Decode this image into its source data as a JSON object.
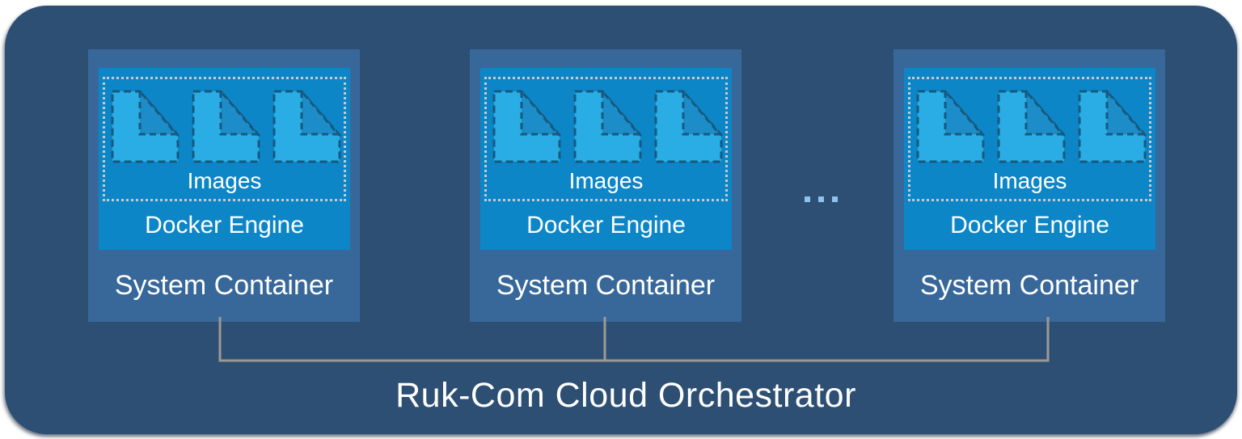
{
  "colors": {
    "canvas_bg": "#ffffff",
    "panel": "#2d4f73",
    "container_box": "#38689a",
    "engine_box": "#0d86c8",
    "icon_fill": "#2aade4",
    "icon_fold": "#1d8dc9",
    "icon_stroke": "#16597f",
    "dotted_border": "#c9c9c9",
    "connector": "#9c9a94",
    "ellipsis": "#8cc2ee",
    "text": "#ffffff"
  },
  "containers": [
    {
      "label": "System Container",
      "engine_label": "Docker Engine",
      "images_label": "Images",
      "image_count": 3
    },
    {
      "label": "System Container",
      "engine_label": "Docker Engine",
      "images_label": "Images",
      "image_count": 3
    },
    {
      "label": "System Container",
      "engine_label": "Docker Engine",
      "images_label": "Images",
      "image_count": 3
    }
  ],
  "separator": {
    "ellipsis": "..."
  },
  "orchestrator": {
    "label": "Ruk-Com Cloud Orchestrator"
  }
}
